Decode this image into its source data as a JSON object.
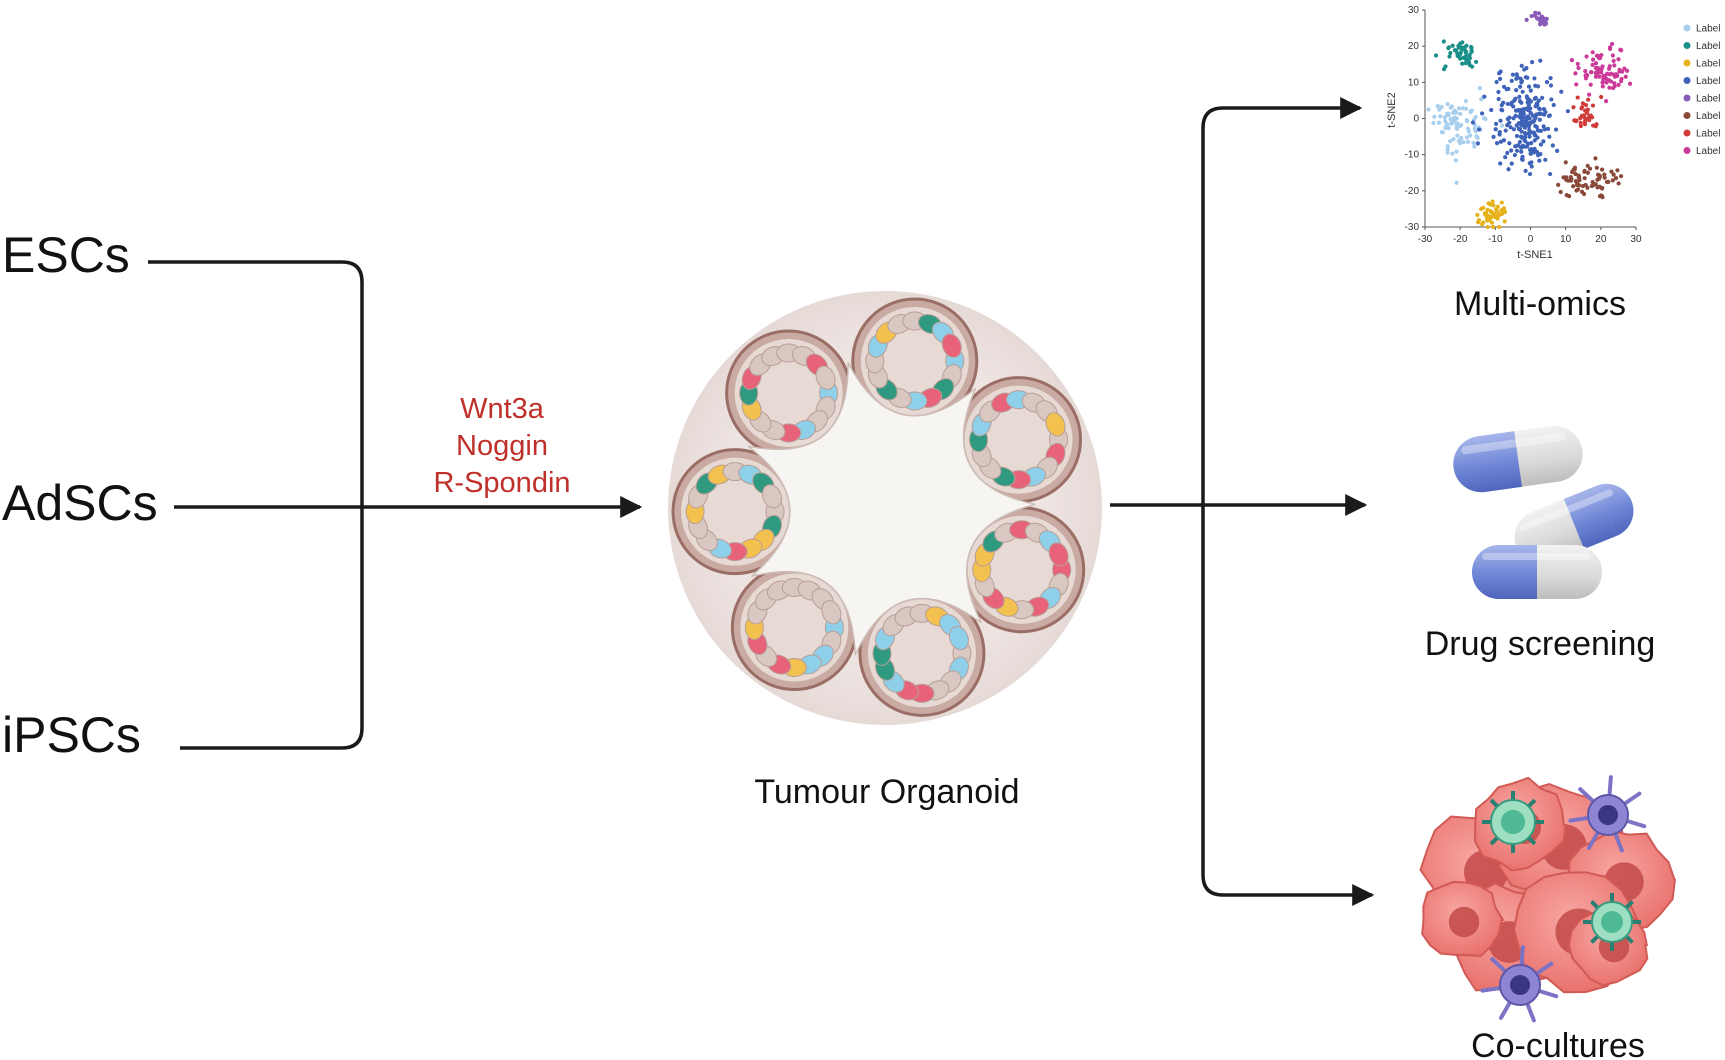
{
  "sources": [
    {
      "label": "ESCs"
    },
    {
      "label": "AdSCs"
    },
    {
      "label": "iPSCs"
    }
  ],
  "factors": [
    "Wnt3a",
    "Noggin",
    "R-Spondin"
  ],
  "center": {
    "label": "Tumour Organoid"
  },
  "outputs": [
    {
      "label": "Multi-omics",
      "icon": "tsne-plot-icon"
    },
    {
      "label": "Drug screening",
      "icon": "capsules-icon"
    },
    {
      "label": "Co-cultures",
      "icon": "tumour-immune-cells-icon"
    }
  ],
  "colors": {
    "factor_text": "#c0302a",
    "line": "#1a1a1a",
    "organoid_halo": "#efe7e5",
    "lumen": "#f7f5f2"
  },
  "chart_data": {
    "type": "scatter",
    "xlabel": "t-SNE1",
    "ylabel": "t-SNE2",
    "xlim": [
      -30,
      30
    ],
    "ylim": [
      -30,
      30
    ],
    "xticks": [
      "-30",
      "-20",
      "-10",
      "0",
      "10",
      "20",
      "30"
    ],
    "yticks": [
      "30",
      "20",
      "10",
      "0",
      "-10",
      "-20",
      "-30"
    ],
    "legend": "right",
    "grid": false,
    "series": [
      {
        "name": "Label",
        "color": "#a9cfef",
        "cx": -20,
        "cy": -2,
        "sx": 4.5,
        "sy": 4.5,
        "n": 90
      },
      {
        "name": "Label",
        "color": "#1b8f8a",
        "cx": -20,
        "cy": 18,
        "sx": 3.5,
        "sy": 2.5,
        "n": 45
      },
      {
        "name": "Label",
        "color": "#e5b21b",
        "cx": -11,
        "cy": -27,
        "sx": 3.0,
        "sy": 2.5,
        "n": 45
      },
      {
        "name": "Label",
        "color": "#3e63b8",
        "cx": -2,
        "cy": 0,
        "sx": 5.5,
        "sy": 8.0,
        "n": 230
      },
      {
        "name": "Label",
        "color": "#8a5ab8",
        "cx": 3,
        "cy": 27,
        "sx": 2.0,
        "sy": 1.5,
        "n": 22
      },
      {
        "name": "Label",
        "color": "#8a4a3a",
        "cx": 16,
        "cy": -17,
        "sx": 5.0,
        "sy": 3.0,
        "n": 70
      },
      {
        "name": "Label",
        "color": "#d03c3a",
        "cx": 15,
        "cy": 1,
        "sx": 2.5,
        "sy": 3.0,
        "n": 35
      },
      {
        "name": "Label",
        "color": "#cc3a99",
        "cx": 21,
        "cy": 13,
        "sx": 4.0,
        "sy": 4.0,
        "n": 85
      }
    ]
  }
}
